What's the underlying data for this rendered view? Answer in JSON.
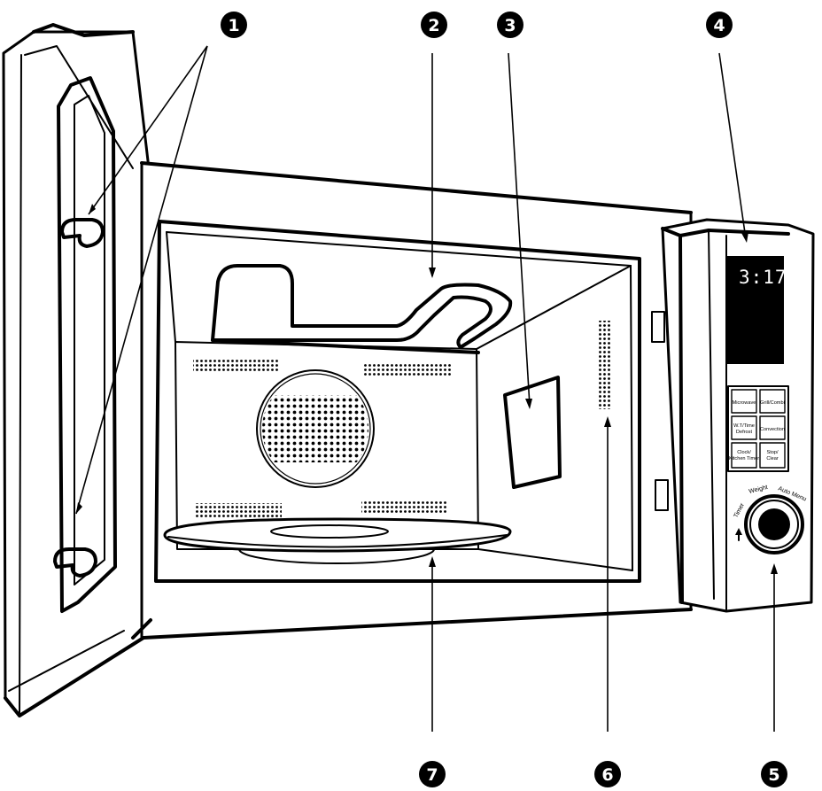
{
  "callouts": [
    {
      "id": "1",
      "label": "1"
    },
    {
      "id": "2",
      "label": "2"
    },
    {
      "id": "3",
      "label": "3"
    },
    {
      "id": "4",
      "label": "4"
    },
    {
      "id": "5",
      "label": "5"
    },
    {
      "id": "6",
      "label": "6"
    },
    {
      "id": "7",
      "label": "7"
    }
  ],
  "display": {
    "time": "3:17"
  },
  "buttons": {
    "microwave": "Microwave",
    "grill_combi": "Grill/Combi",
    "wt_defrost_1": "W.T/Time",
    "wt_defrost_2": "Defrost",
    "convection": "Convection",
    "clock_1": "Clock/",
    "clock_2": "Kitchen Timer",
    "stop_1": "Stop/",
    "stop_2": "Clear"
  },
  "dial": {
    "timer": "Timer",
    "weight": "Weight",
    "auto_menu": "Auto Menu"
  },
  "colors": {
    "line": "#000000",
    "background": "#ffffff",
    "display": "#000000"
  }
}
